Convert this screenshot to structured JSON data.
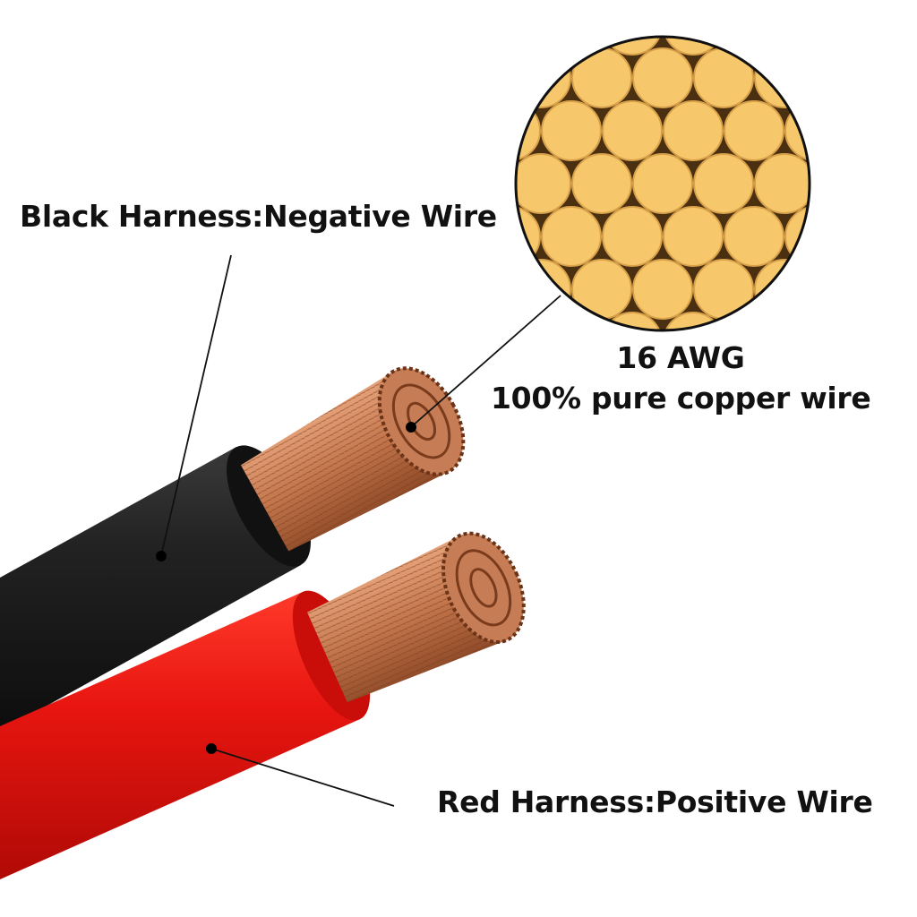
{
  "labels": {
    "black_harness": "Black Harness:Negative Wire",
    "red_harness": "Red Harness:Positive Wire",
    "gauge": "16 AWG",
    "material": "100% pure copper wire"
  },
  "colors": {
    "black_insulation": "#1c1c1c",
    "red_insulation": "#e3140f",
    "copper": "#c57a52",
    "strand_fill": "#f6c76b",
    "strand_gap": "#5a3a12"
  }
}
